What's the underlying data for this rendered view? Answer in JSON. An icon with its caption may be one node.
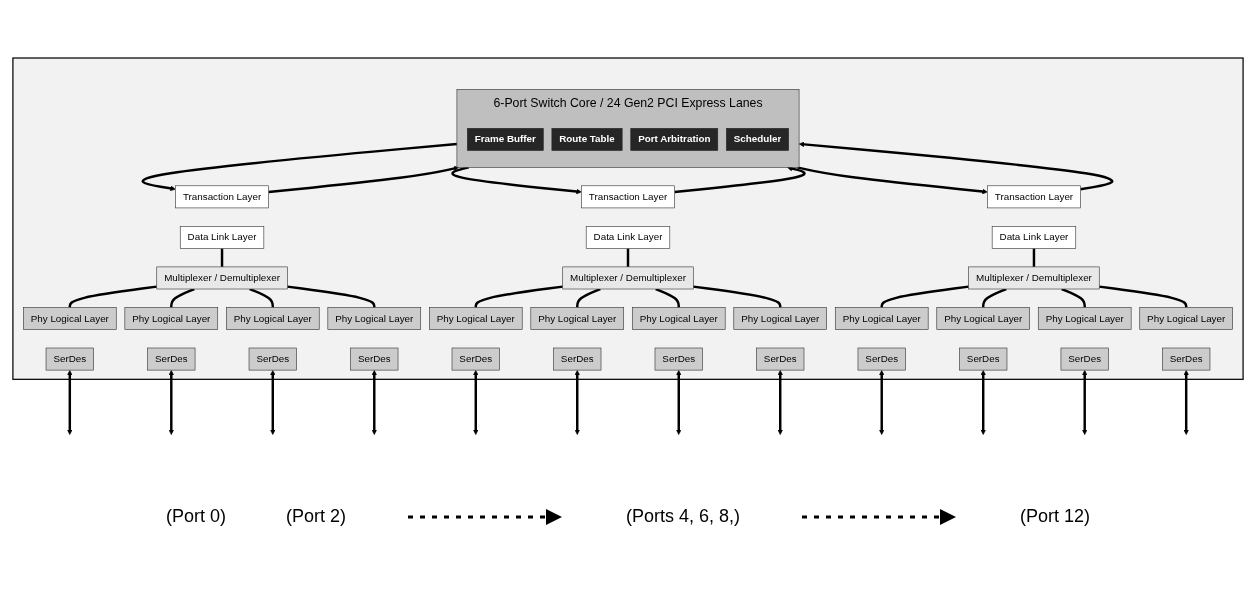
{
  "diagram": {
    "nodes": [
      {
        "text": [],
        "shape": "box"
      },
      {
        "text": [
          "6-Port Switch Core / 24 Gen2 PCI Express Lanes"
        ],
        "in": 0
      },
      {
        "text": [
          "Frame Buffer"
        ],
        "in": 1
      },
      {
        "text": [
          "Route Table"
        ],
        "in": 1
      },
      {
        "text": [
          "Port Arbitration"
        ],
        "in": 1
      },
      {
        "text": [
          "Scheduler"
        ],
        "in": 1
      },
      {
        "text": [
          "Transaction Layer"
        ],
        "in": 0
      },
      {
        "text": [
          "Data Link Layer"
        ],
        "in": 0
      },
      {
        "text": [
          "Multiplexer / Demultiplexer"
        ],
        "in": 0
      },
      {
        "text": [
          "Phy Logical Layer"
        ],
        "in": 0
      },
      {
        "text": [
          "Phy Logical Layer"
        ],
        "in": 0
      },
      {
        "text": [
          "Phy Logical Layer"
        ],
        "in": 0
      },
      {
        "text": [
          "Phy Logical Layer"
        ],
        "in": 0
      },
      {
        "text": [
          "SerDes"
        ],
        "in": 0
      },
      {
        "text": [
          "SerDes"
        ],
        "in": 0
      },
      {
        "text": [
          "SerDes"
        ],
        "in": 0
      },
      {
        "text": [
          "SerDes"
        ],
        "in": 0
      },
      {
        "text": [
          "Transaction Layer"
        ],
        "in": 0
      },
      {
        "text": [
          "Data Link Layer"
        ],
        "in": 0
      },
      {
        "text": [
          "Multiplexer / Demultiplexer"
        ],
        "in": 0
      },
      {
        "text": [
          "Phy Logical Layer"
        ],
        "in": 0
      },
      {
        "text": [
          "Phy Logical Layer"
        ],
        "in": 0
      },
      {
        "text": [
          "Phy Logical Layer"
        ],
        "in": 0
      },
      {
        "text": [
          "Phy Logical Layer"
        ],
        "in": 0
      },
      {
        "text": [
          "SerDes"
        ],
        "in": 0
      },
      {
        "text": [
          "SerDes"
        ],
        "in": 0
      },
      {
        "text": [
          "SerDes"
        ],
        "in": 0
      },
      {
        "text": [
          "SerDes"
        ],
        "in": 0
      },
      {
        "text": [
          "Transaction Layer"
        ],
        "in": 0
      },
      {
        "text": [
          "Data Link Layer"
        ],
        "in": 0
      },
      {
        "text": [
          "Multiplexer / Demultiplexer"
        ],
        "in": 0
      },
      {
        "text": [
          "Phy Logical Layer"
        ],
        "in": 0
      },
      {
        "text": [
          "Phy Logical Layer"
        ],
        "in": 0
      },
      {
        "text": [
          "Phy Logical Layer"
        ],
        "in": 0
      },
      {
        "text": [
          "Phy Logical Layer"
        ],
        "in": 0
      },
      {
        "text": [
          "SerDes"
        ],
        "in": 0
      },
      {
        "text": [
          "SerDes"
        ],
        "in": 0
      },
      {
        "text": [
          "SerDes"
        ],
        "in": 0
      },
      {
        "text": [
          "SerDes"
        ],
        "in": 0
      }
    ],
    "edges": [
      {
        "from": 1,
        "to": 6,
        "arrow": "to"
      },
      {
        "from": 6,
        "to": 1,
        "arrow": "to"
      },
      {
        "from": 7,
        "to": 8,
        "arrow": "none"
      },
      {
        "from": 8,
        "to": 9,
        "arrow": "none"
      },
      {
        "from": 8,
        "to": 10,
        "arrow": "none"
      },
      {
        "from": 8,
        "to": 11,
        "arrow": "none"
      },
      {
        "from": 8,
        "to": 12,
        "arrow": "none"
      },
      {
        "from": 13,
        "to": null,
        "arrow": "both"
      },
      {
        "from": 14,
        "to": null,
        "arrow": "both"
      },
      {
        "from": 15,
        "to": null,
        "arrow": "both"
      },
      {
        "from": 16,
        "to": null,
        "arrow": "both"
      },
      {
        "from": 1,
        "to": 17,
        "arrow": "to"
      },
      {
        "from": 17,
        "to": 1,
        "arrow": "to"
      },
      {
        "from": 18,
        "to": 19,
        "arrow": "none"
      },
      {
        "from": 19,
        "to": 20,
        "arrow": "none"
      },
      {
        "from": 19,
        "to": 21,
        "arrow": "none"
      },
      {
        "from": 19,
        "to": 22,
        "arrow": "none"
      },
      {
        "from": 19,
        "to": 23,
        "arrow": "none"
      },
      {
        "from": 24,
        "to": null,
        "arrow": "both"
      },
      {
        "from": 25,
        "to": null,
        "arrow": "both"
      },
      {
        "from": 26,
        "to": null,
        "arrow": "both"
      },
      {
        "from": 27,
        "to": null,
        "arrow": "both"
      },
      {
        "from": 1,
        "to": 28,
        "arrow": "to"
      },
      {
        "from": 28,
        "to": 1,
        "arrow": "to"
      },
      {
        "from": 29,
        "to": 30,
        "arrow": "none"
      },
      {
        "from": 30,
        "to": 31,
        "arrow": "none"
      },
      {
        "from": 30,
        "to": 32,
        "arrow": "none"
      },
      {
        "from": 30,
        "to": 33,
        "arrow": "none"
      },
      {
        "from": 30,
        "to": 34,
        "arrow": "none"
      },
      {
        "from": 35,
        "to": null,
        "arrow": "both"
      },
      {
        "from": 36,
        "to": null,
        "arrow": "both"
      },
      {
        "from": 37,
        "to": null,
        "arrow": "both"
      },
      {
        "from": 38,
        "to": null,
        "arrow": "both"
      }
    ],
    "labels": [
      "(Port 0)",
      "(Port 2)",
      "(Ports 4, 6, 8,)",
      "(Port 12)"
    ]
  }
}
